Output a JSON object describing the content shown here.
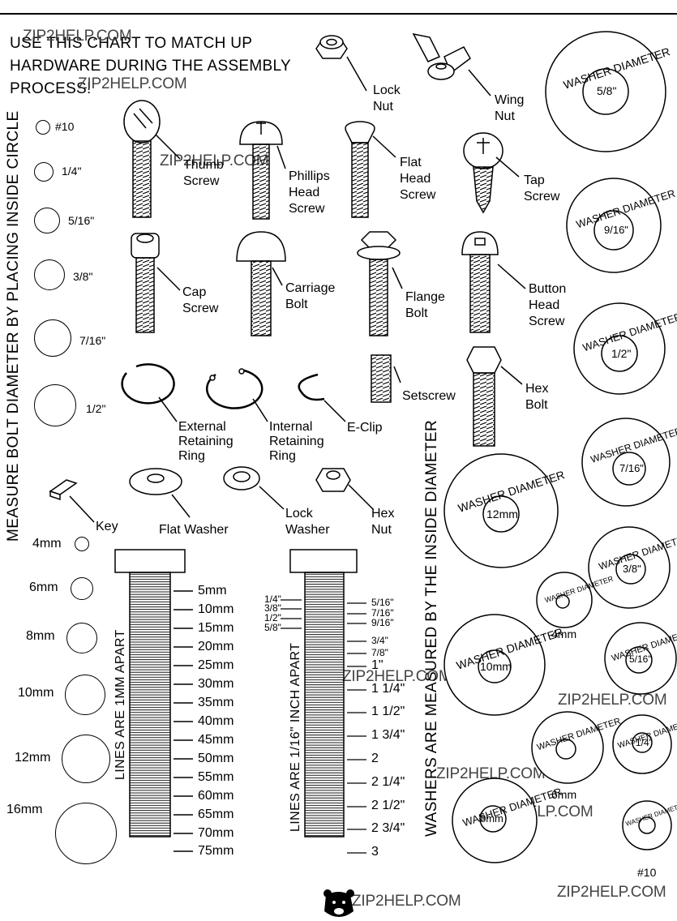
{
  "intro": {
    "line1": "USE THIS CHART TO MATCH UP",
    "line2": "HARDWARE DURING THE ASSEMBLY",
    "line3": "PROCESS!"
  },
  "watermark": "ZIP2HELP.COM",
  "left_vertical": "MEASURE BOLT DIAMETER BY PLACING INSIDE CIRCLE",
  "right_vertical": "WASHERS ARE MEASURED BY THE INSIDE DIAMETER",
  "hardware": {
    "lock_nut": "Lock\nNut",
    "wing_nut": "Wing\nNut",
    "thumb_screw": "Thumb\nScrew",
    "phillips": "Phillips\nHead\nScrew",
    "flat_head": "Flat\nHead\nScrew",
    "tap_screw": "Tap\nScrew",
    "cap_screw": "Cap\nScrew",
    "carriage": "Carriage\nBolt",
    "flange": "Flange\nBolt",
    "button_head": "Button\nHead\nScrew",
    "setscrew": "Setscrew",
    "hex_bolt": "Hex\nBolt",
    "ext_ring": "External\nRetaining\nRing",
    "int_ring": "Internal\nRetaining\nRing",
    "eclip": "E-Clip",
    "key": "Key",
    "flat_washer": "Flat Washer",
    "lock_washer": "Lock\nWasher",
    "hex_nut": "Hex\nNut"
  },
  "bolt_inch_sizes": [
    "#10",
    "1/4\"",
    "5/16\"",
    "3/8\"",
    "7/16\"",
    "1/2\""
  ],
  "bolt_mm_sizes": [
    "4mm",
    "6mm",
    "8mm",
    "10mm",
    "12mm",
    "16mm"
  ],
  "mm_ruler": {
    "caption": "LINES ARE 1MM APART",
    "labels": [
      "5mm",
      "10mm",
      "15mm",
      "20mm",
      "25mm",
      "30mm",
      "35mm",
      "40mm",
      "45mm",
      "50mm",
      "55mm",
      "60mm",
      "65mm",
      "70mm",
      "75mm"
    ]
  },
  "inch_ruler": {
    "caption": "LINES ARE 1/16\" INCH APART",
    "left_labels": [
      "1/4\"",
      "3/8\"",
      "1/2\"",
      "5/8\""
    ],
    "right_labels": [
      "5/16\"",
      "7/16\"",
      "9/16\"",
      "3/4\"",
      "7/8\"",
      "1\"",
      "1 1/4\"",
      "1 1/2\"",
      "1 3/4\"",
      "2",
      "2 1/4\"",
      "2 1/2\"",
      "2 3/4\"",
      "3"
    ]
  },
  "washer_caption": "WASHER DIAMETER",
  "washers_inch": [
    "5/8\"",
    "9/16\"",
    "1/2\"",
    "7/16\"",
    "3/8\"",
    "5/16\"",
    "1/4\"",
    "#10"
  ],
  "washers_mm": [
    "12mm",
    "10mm",
    "8mm",
    "6mm",
    "4mm"
  ]
}
